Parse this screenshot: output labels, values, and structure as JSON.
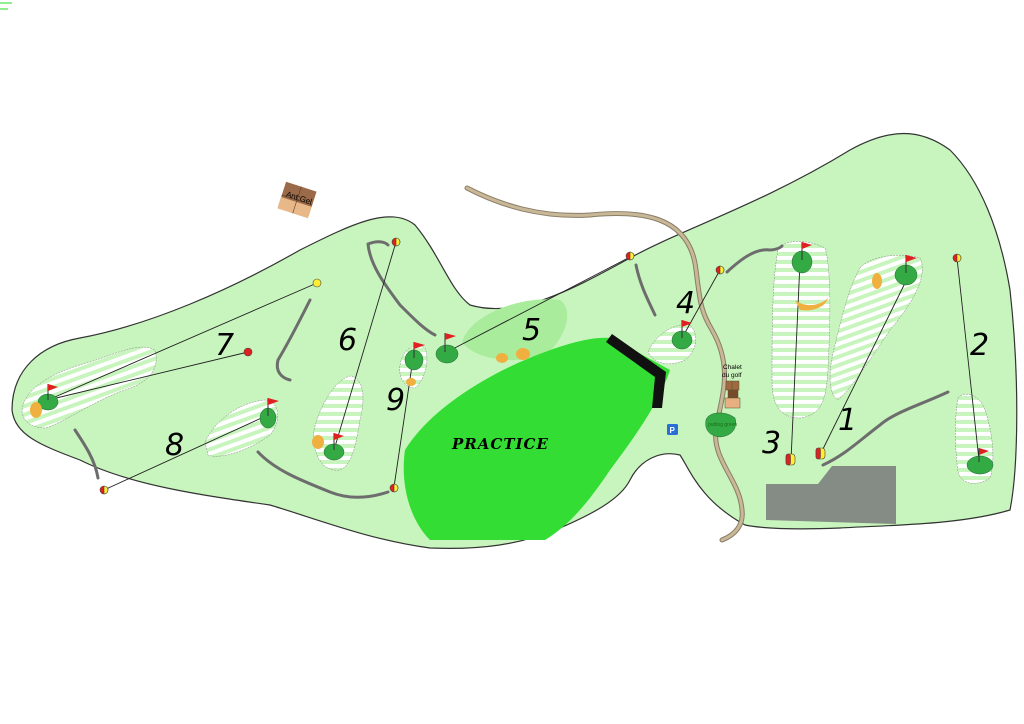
{
  "map": {
    "practice_label": "PRACTICE",
    "chalet_label_line1": "Chalet",
    "chalet_label_line2": "du golf",
    "annex_label": "Ant:Gel",
    "parking_label": "P",
    "putting_green_label": "putting green",
    "holes": [
      {
        "number": "1"
      },
      {
        "number": "2"
      },
      {
        "number": "3"
      },
      {
        "number": "4"
      },
      {
        "number": "5"
      },
      {
        "number": "6"
      },
      {
        "number": "7"
      },
      {
        "number": "8"
      },
      {
        "number": "9"
      }
    ]
  },
  "colors": {
    "course_fill": "#c8f5be",
    "course_stroke": "#333333",
    "practice_fill": "#33dd33",
    "green_fill": "#33bb44",
    "fairway_stripe": "#ffffff",
    "path_color": "#777777",
    "road_color": "#b0a080",
    "bunker_color": "#f0b040",
    "building_gray": "#888f88",
    "parking_blue": "#2a6fd6"
  }
}
